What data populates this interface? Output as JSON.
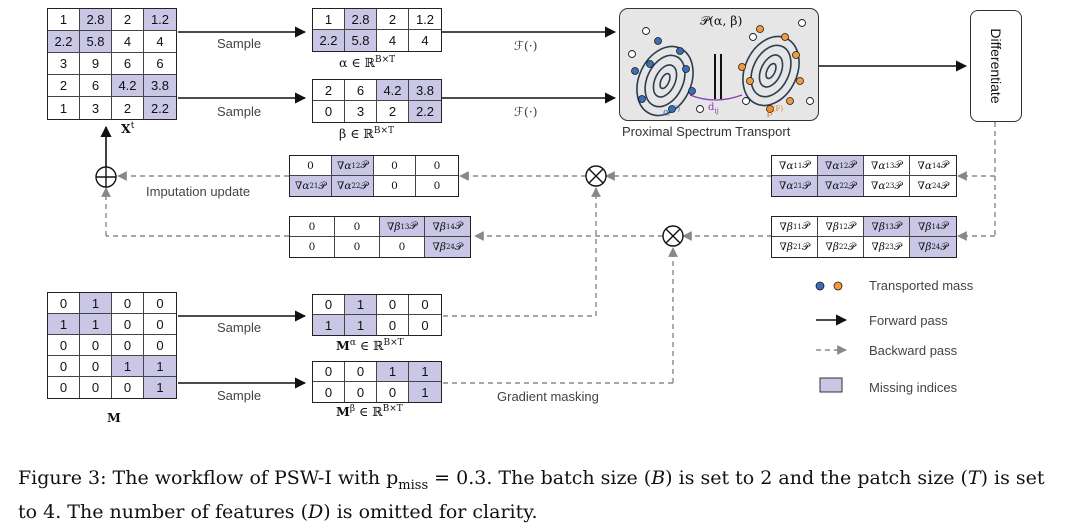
{
  "colors": {
    "missing": "#c9c6e6",
    "orange": "#f29b3c",
    "blue": "#3a6fb5",
    "purple": "#8a3fb8",
    "dash": "#888888"
  },
  "xt": {
    "label": "X",
    "label_sup": "t",
    "rows": [
      [
        "1",
        "2.8",
        "2",
        "1.2"
      ],
      [
        "2.2",
        "5.8",
        "4",
        "4"
      ],
      [
        "3",
        "9",
        "6",
        "6"
      ],
      [
        "2",
        "6",
        "4.2",
        "3.8"
      ],
      [
        "1",
        "3",
        "2",
        "2.2"
      ]
    ],
    "missing": [
      [
        0,
        1
      ],
      [
        0,
        3
      ],
      [
        1,
        0
      ],
      [
        1,
        1
      ],
      [
        3,
        2
      ],
      [
        3,
        3
      ],
      [
        4,
        3
      ]
    ]
  },
  "alpha": {
    "rows": [
      [
        "1",
        "2.8",
        "2",
        "1.2"
      ],
      [
        "2.2",
        "5.8",
        "4",
        "4"
      ]
    ],
    "missing": [
      [
        0,
        1
      ],
      [
        1,
        0
      ],
      [
        1,
        1
      ]
    ],
    "label": "α ∈ ℝ",
    "label_sup": "B×T"
  },
  "beta": {
    "rows": [
      [
        "2",
        "6",
        "4.2",
        "3.8"
      ],
      [
        "0",
        "3",
        "2",
        "2.2"
      ]
    ],
    "missing": [
      [
        0,
        2
      ],
      [
        0,
        3
      ],
      [
        1,
        3
      ]
    ],
    "label": "β ∈ ℝ",
    "label_sup": "B×T"
  },
  "sample_label": "Sample",
  "f_label": "ℱ(·)",
  "pst": {
    "title": "𝒫(α, β)",
    "caption": "Proximal Spectrum Transport",
    "alpha_f": "α",
    "alpha_f_sup": "(F)",
    "beta_f": "β",
    "beta_f_sup": "(F)",
    "dij": "d",
    "dij_sub": "ij"
  },
  "differentiate": "Differentiate",
  "grad_alpha_full": {
    "rows": [
      [
        "∇α11𝒫",
        "∇α12𝒫",
        "∇α13𝒫",
        "∇α14𝒫"
      ],
      [
        "∇α21𝒫",
        "∇α22𝒫",
        "∇α23𝒫",
        "∇α24𝒫"
      ]
    ],
    "missing": [
      [
        0,
        1
      ],
      [
        1,
        0
      ],
      [
        1,
        1
      ]
    ]
  },
  "grad_beta_full": {
    "rows": [
      [
        "∇β11𝒫",
        "∇β12𝒫",
        "∇β13𝒫",
        "∇β14𝒫"
      ],
      [
        "∇β21𝒫",
        "∇β22𝒫",
        "∇β23𝒫",
        "∇β24𝒫"
      ]
    ],
    "missing": [
      [
        0,
        2
      ],
      [
        0,
        3
      ],
      [
        1,
        3
      ]
    ]
  },
  "grad_alpha_masked": {
    "rows": [
      [
        "0",
        "∇α12𝒫",
        "0",
        "0"
      ],
      [
        "∇α21𝒫",
        "∇α22𝒫",
        "0",
        "0"
      ]
    ],
    "missing": [
      [
        0,
        1
      ],
      [
        1,
        0
      ],
      [
        1,
        1
      ]
    ]
  },
  "grad_beta_masked": {
    "rows": [
      [
        "0",
        "0",
        "∇β13𝒫",
        "∇β14𝒫"
      ],
      [
        "0",
        "0",
        "0",
        "∇β24𝒫"
      ]
    ],
    "missing": [
      [
        0,
        2
      ],
      [
        0,
        3
      ],
      [
        1,
        3
      ]
    ]
  },
  "imputation_update": "Imputation update",
  "gradient_masking": "Gradient masking",
  "m": {
    "label": "M",
    "rows": [
      [
        "0",
        "1",
        "0",
        "0"
      ],
      [
        "1",
        "1",
        "0",
        "0"
      ],
      [
        "0",
        "0",
        "0",
        "0"
      ],
      [
        "0",
        "0",
        "1",
        "1"
      ],
      [
        "0",
        "0",
        "0",
        "1"
      ]
    ],
    "missing": [
      [
        0,
        1
      ],
      [
        1,
        0
      ],
      [
        1,
        1
      ],
      [
        3,
        2
      ],
      [
        3,
        3
      ],
      [
        4,
        3
      ]
    ]
  },
  "m_alpha": {
    "rows": [
      [
        "0",
        "1",
        "0",
        "0"
      ],
      [
        "1",
        "1",
        "0",
        "0"
      ]
    ],
    "missing": [
      [
        0,
        1
      ],
      [
        1,
        0
      ],
      [
        1,
        1
      ]
    ],
    "label": "M",
    "label_sup": "α",
    "label_rest": " ∈ ℝ",
    "label_sup2": "B×T"
  },
  "m_beta": {
    "rows": [
      [
        "0",
        "0",
        "1",
        "1"
      ],
      [
        "0",
        "0",
        "0",
        "1"
      ]
    ],
    "missing": [
      [
        0,
        2
      ],
      [
        0,
        3
      ],
      [
        1,
        3
      ]
    ],
    "label": "M",
    "label_sup": "β",
    "label_rest": " ∈ ℝ",
    "label_sup2": "B×T"
  },
  "legend": {
    "transported_mass": "Transported mass",
    "forward_pass": "Forward pass",
    "backward_pass": "Backward pass",
    "missing_indices": "Missing indices"
  },
  "caption": {
    "text1": "Figure 3: The workflow of PSW-I with p",
    "text1_sub": "miss",
    "text2": " = 0.3. The batch size (",
    "b": "B",
    "text3": ") is set to 2 and the patch size (",
    "t": "T",
    "text4": ") is set to 4. The number of features (",
    "d": "D",
    "text5": ") is omitted for clarity."
  }
}
